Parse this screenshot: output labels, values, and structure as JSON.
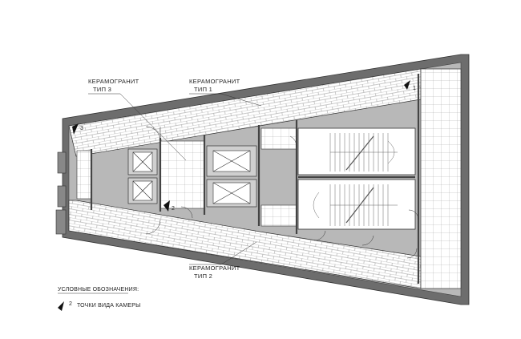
{
  "labels": {
    "tile3_name": "КЕРАМОГРАНИТ",
    "tile3_type": "ТИП 3",
    "tile1_name": "КЕРАМОГРАНИТ",
    "tile1_type": "ТИП 1",
    "tile2_name": "КЕРАМОГРАНИТ",
    "tile2_type": "ТИП 2"
  },
  "legend": {
    "title": "УСЛОВНЫЕ ОБОЗНАЧЕНИЯ:",
    "marker_number": "2",
    "marker_text": "ТОЧКИ ВИДА КАМЕРЫ"
  },
  "camera_points": [
    "1",
    "2",
    "3"
  ],
  "colors": {
    "wall": "#666666",
    "core_fill": "#b5b5b5",
    "tile_fill": "#ffffff",
    "line": "#333333"
  }
}
